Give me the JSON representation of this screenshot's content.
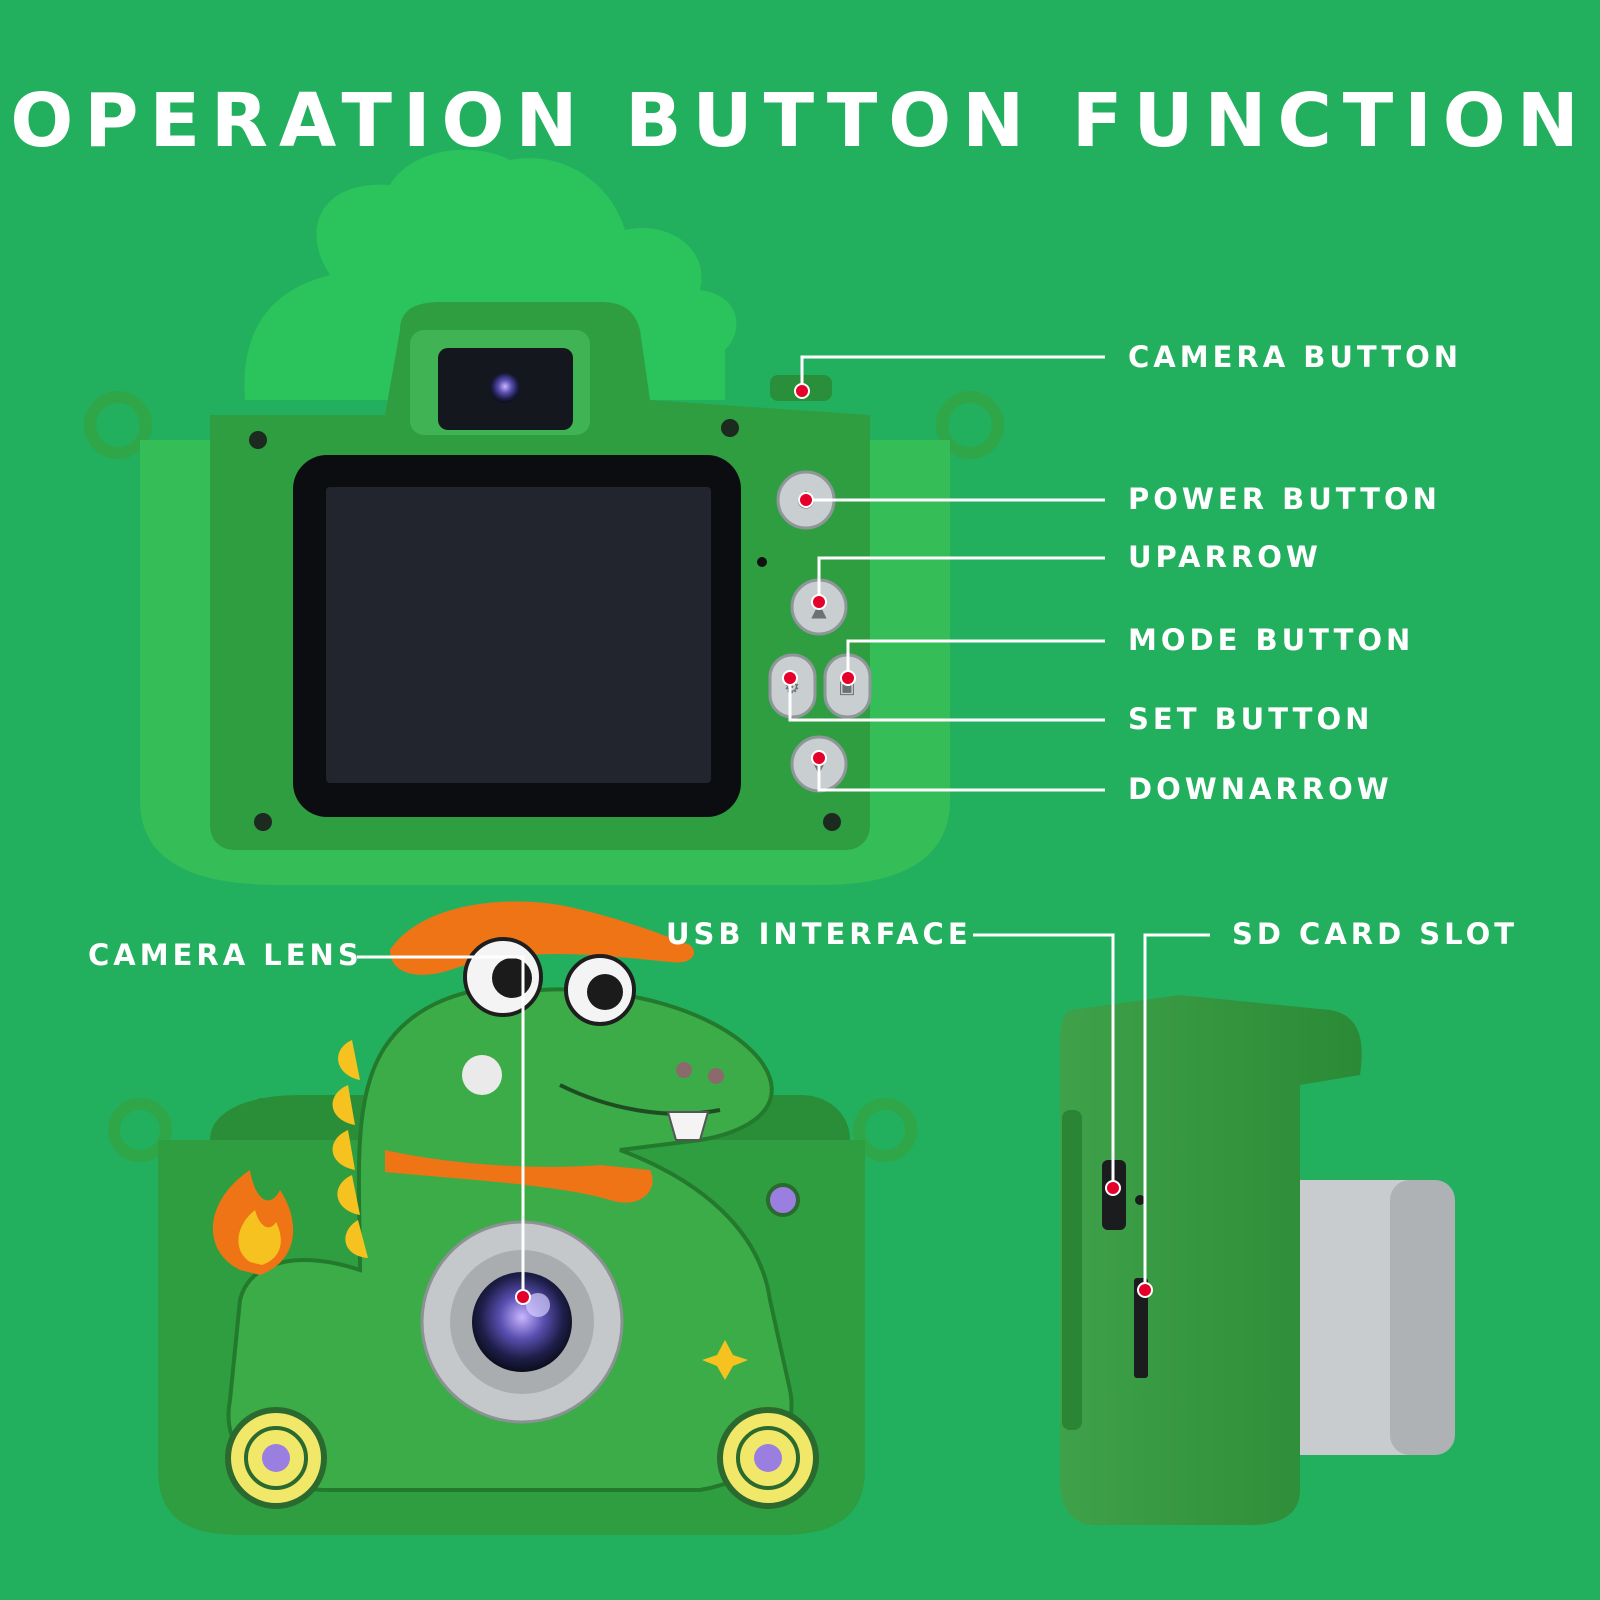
{
  "title": "OPERATION BUTTON FUNCTION",
  "labels": {
    "camera_button": "CAMERA BUTTON",
    "power_button": "POWER BUTTON",
    "uparrow": "UPARROW",
    "mode_button": "MODE BUTTON",
    "set_button": "SET BUTTON",
    "downarrow": "DOWNARROW",
    "camera_lens": "CAMERA LENS",
    "usb_interface": "USB INTERFACE",
    "sd_card_slot": "SD CARD SLOT"
  },
  "colors": {
    "background": "#22b05f",
    "body_green": "#2e9e3c",
    "body_dark": "#1f7f2e",
    "label_text": "#ffffff",
    "callout_dot": "#e4002b",
    "screen": "#22252e",
    "hat_orange": "#ee7416",
    "spike_yellow": "#f5c21f",
    "accent_purple": "#9a7ee0"
  }
}
